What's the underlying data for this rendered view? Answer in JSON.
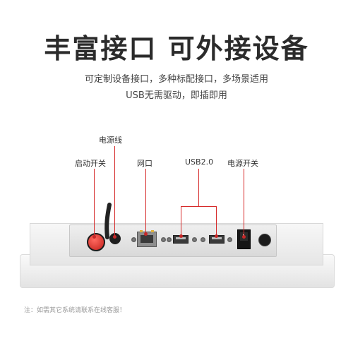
{
  "header": {
    "title": "丰富接口 可外接设备",
    "subtitle_line1": "可定制设备接口，多种标配接口，多场景适用",
    "subtitle_line2": "USB无需驱动，即插即用"
  },
  "labels": {
    "power_cord": "电源线",
    "start_switch": "启动开关",
    "network_port": "网口",
    "usb": "USB2.0",
    "power_switch": "电源开关"
  },
  "footer": {
    "note": "注：如需其它系统请联系在线客服！"
  },
  "colors": {
    "callout_line": "#d62a2a",
    "start_button": "#d8332f",
    "title": "#2b2b2b"
  }
}
